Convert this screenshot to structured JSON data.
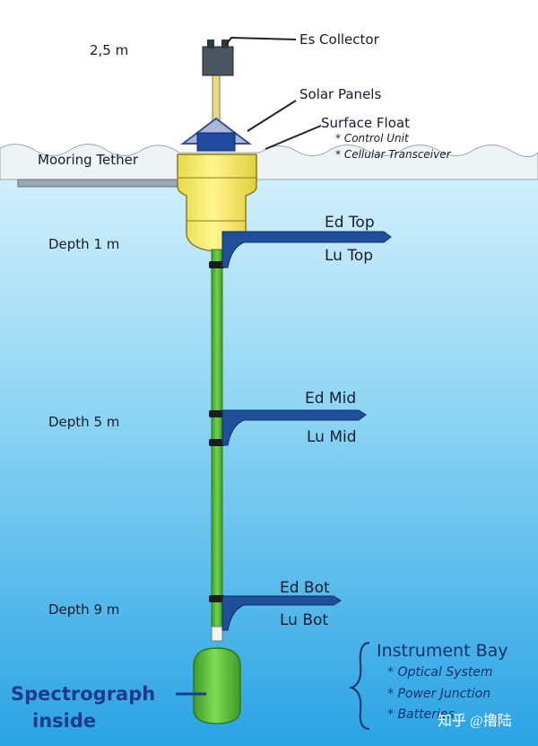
{
  "labels": {
    "height_marker": "2,5 m",
    "es_collector": "Es Collector",
    "solar_panels": "Solar Panels",
    "surface_float": "Surface Float",
    "control_unit": "* Control Unit",
    "cellular_transceiver": "* Cellular Transceiver",
    "mooring_tether": "Mooring Tether",
    "depth_1": "Depth 1 m",
    "ed_top": "Ed Top",
    "lu_top": "Lu Top",
    "depth_5": "Depth 5 m",
    "ed_mid": "Ed Mid",
    "lu_mid": "Lu Mid",
    "depth_9": "Depth 9 m",
    "ed_bot": "Ed Bot",
    "lu_bot": "Lu Bot",
    "instrument_bay": "Instrument Bay",
    "optical_system": "* Optical System",
    "power_junction": "* Power Junction",
    "batteries": "* Batteries",
    "spectrograph_line1": "Spectrograph",
    "spectrograph_line2": "inside"
  },
  "watermark": "知乎 @撸陆",
  "colors": {
    "sky": "#ffffff",
    "water_top": "#cfeefb",
    "water_bottom": "#2fa7e6",
    "float_yellow": "#fdf27a",
    "pole_green": "#5bbf3a",
    "arm_blue": "#1f4f9a",
    "spectrograph_green": "#6ccf45"
  }
}
